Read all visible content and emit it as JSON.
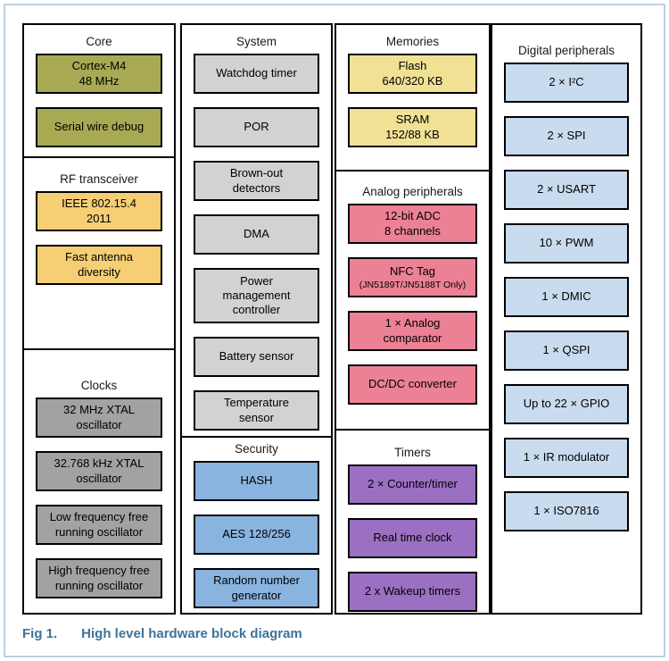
{
  "caption": {
    "label": "Fig 1.",
    "title": "High level hardware block diagram"
  },
  "colors": {
    "olive": "#a7aa52",
    "gold": "#f6ce74",
    "khaki": "#f1e194",
    "light_gray": "#d2d2d2",
    "dark_gray": "#a2a2a2",
    "blue": "#8ab4e0",
    "pink": "#ec8195",
    "purple": "#9b70c2",
    "light_blue": "#c9dbee",
    "caption_text": "#3e7298",
    "frame": "#bcd0e2",
    "box_border": "#000000"
  },
  "diagram": {
    "columns": [
      {
        "name": "core-rf-clocks",
        "sections": [
          {
            "title": "Core",
            "color": "olive",
            "boxes": [
              {
                "label": "Cortex-M4\n48 MHz"
              },
              {
                "label": "Serial wire debug"
              }
            ]
          },
          {
            "title": "RF transceiver",
            "color": "gold",
            "boxes": [
              {
                "label": "IEEE 802.15.4\n2011"
              },
              {
                "label": "Fast antenna\ndiversity"
              }
            ]
          },
          {
            "title": "Clocks",
            "color": "dark_gray",
            "boxes": [
              {
                "label": "32 MHz XTAL\noscillator"
              },
              {
                "label": "32.768 kHz XTAL\noscillator"
              },
              {
                "label": "Low frequency free\nrunning oscillator"
              },
              {
                "label": "High frequency free\nrunning oscillator"
              }
            ]
          }
        ]
      },
      {
        "name": "system-security",
        "sections": [
          {
            "title": "System",
            "color": "light_gray",
            "boxes": [
              {
                "label": "Watchdog timer"
              },
              {
                "label": "POR"
              },
              {
                "label": "Brown-out\ndetectors"
              },
              {
                "label": "DMA"
              },
              {
                "label": "Power\nmanagement\ncontroller"
              },
              {
                "label": "Battery sensor"
              },
              {
                "label": "Temperature\nsensor"
              }
            ]
          },
          {
            "title": "Security",
            "color": "blue",
            "boxes": [
              {
                "label": "HASH"
              },
              {
                "label": "AES 128/256"
              },
              {
                "label": "Random number\ngenerator"
              }
            ]
          }
        ]
      },
      {
        "name": "memories-analog-timers",
        "sections": [
          {
            "title": "Memories",
            "color": "khaki",
            "boxes": [
              {
                "label": "Flash\n640/320 KB"
              },
              {
                "label": "SRAM\n152/88 KB"
              }
            ]
          },
          {
            "title": "Analog peripherals",
            "color": "pink",
            "boxes": [
              {
                "label": "12-bit ADC\n8 channels"
              },
              {
                "label": "NFC Tag",
                "sublabel": "(JN5189T/JN5188T Only)"
              },
              {
                "label": "1 × Analog\ncomparator"
              },
              {
                "label": "DC/DC converter"
              }
            ]
          },
          {
            "title": "Timers",
            "color": "purple",
            "boxes": [
              {
                "label": "2 × Counter/timer"
              },
              {
                "label": "Real time clock"
              },
              {
                "label": "2 x Wakeup timers"
              }
            ]
          }
        ]
      },
      {
        "name": "digital-peripherals",
        "sections": [
          {
            "title": "Digital peripherals",
            "color": "light_blue",
            "boxes": [
              {
                "label": "2 × I²C"
              },
              {
                "label": "2 × SPI"
              },
              {
                "label": "2 × USART"
              },
              {
                "label": "10 × PWM"
              },
              {
                "label": "1 × DMIC"
              },
              {
                "label": "1 × QSPI"
              },
              {
                "label": "Up to 22 × GPIO"
              },
              {
                "label": "1 × IR modulator"
              },
              {
                "label": "1 × ISO7816"
              }
            ]
          }
        ]
      }
    ]
  }
}
